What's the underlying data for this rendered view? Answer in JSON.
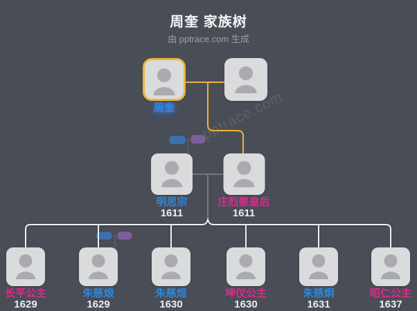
{
  "header": {
    "title": "周奎 家族树",
    "subtitle": "由 pptrace.com 生成"
  },
  "watermark": "pptrace.com",
  "colors": {
    "background": "#494D56",
    "card_fill": "#DADBDC",
    "avatar_silhouette": "#A9ABAE",
    "highlight_yellow": "#ECB43D",
    "male_name": "#2F87DC",
    "female_name": "#E3268F",
    "year_text": "#ECEDEF",
    "subtitle_text": "#9BA0A8",
    "line_white": "#F0F1F3",
    "line_gray": "#73777F",
    "badge_blue": "#3E70A9",
    "badge_purple": "#7D5E9D"
  },
  "tree": {
    "generation1": [
      {
        "name": "周奎",
        "gender": "male",
        "selected": true
      },
      {
        "name": "",
        "gender": "unknown"
      }
    ],
    "generation2": [
      {
        "name": "明思宗",
        "year": "1611",
        "gender": "male"
      },
      {
        "name": "庄烈愍皇后",
        "year": "1611",
        "gender": "female"
      }
    ],
    "generation3": [
      {
        "name": "长平公主",
        "year": "1629",
        "gender": "female"
      },
      {
        "name": "朱慈烺",
        "year": "1629",
        "gender": "male"
      },
      {
        "name": "朱慈烜",
        "year": "1630",
        "gender": "male"
      },
      {
        "name": "坤仪公主",
        "year": "1630",
        "gender": "female"
      },
      {
        "name": "朱慈炯",
        "year": "1631",
        "gender": "male"
      },
      {
        "name": "昭仁公主",
        "year": "1637",
        "gender": "female"
      }
    ]
  }
}
